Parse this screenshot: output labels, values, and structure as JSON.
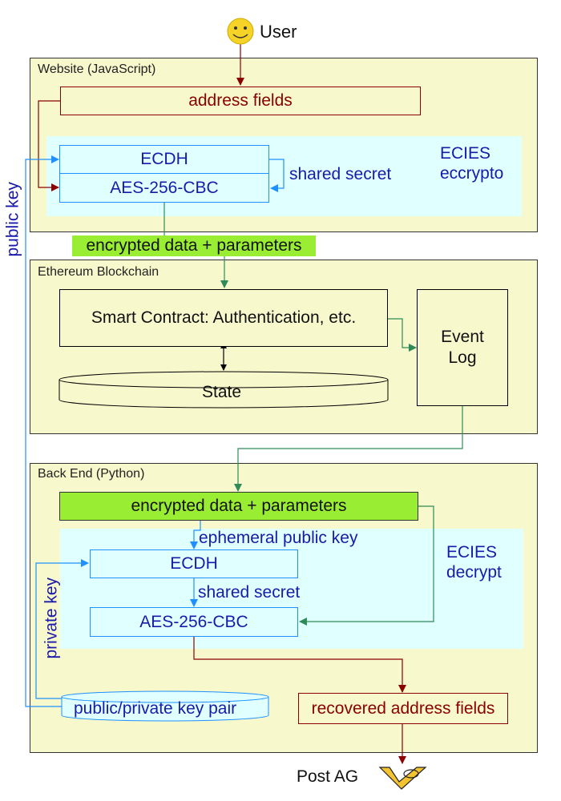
{
  "user": {
    "label": "User"
  },
  "website": {
    "title": "Website (JavaScript)",
    "address_fields": "address fields",
    "ecdh": "ECDH",
    "aes": "AES-256-CBC",
    "shared_secret": "shared secret",
    "ecies_line1": "ECIES",
    "ecies_line2": "eccrypto"
  },
  "public_key_label": "public key",
  "encrypted_label_top": "encrypted data + parameters",
  "ethereum": {
    "title": "Ethereum Blockchain",
    "smart_contract": "Smart Contract: Authentication, etc.",
    "state": "State",
    "event_line1": "Event",
    "event_line2": "Log"
  },
  "backend": {
    "title": "Back End (Python)",
    "encrypted": "encrypted data + parameters",
    "ephemeral_public_key": "ephemeral public key",
    "ecdh": "ECDH",
    "shared_secret": "shared secret",
    "aes": "AES-256-CBC",
    "ecies_line1": "ECIES",
    "ecies_line2": "decrypt",
    "private_key": "private key",
    "key_pair": "public/private key pair",
    "recovered": "recovered address fields"
  },
  "post_ag": {
    "label": "Post AG"
  },
  "colors": {
    "panel": "#f8f8cd",
    "cyan": "#e0ffff",
    "dark_red": "#8b0000",
    "blue": "#1e90ff",
    "green_arrow": "#2e8b57",
    "highlight_green": "#99ee33",
    "text_blue": "#1a1aaa",
    "smiley": "#f5d327",
    "post_horn": "#f4c430"
  }
}
